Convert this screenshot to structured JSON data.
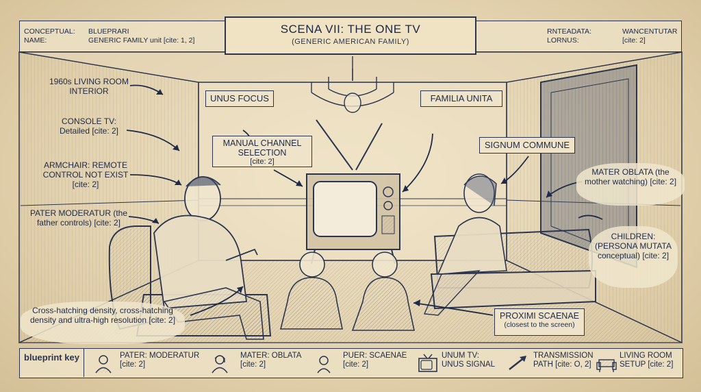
{
  "header": {
    "title": "SCENA VII: THE ONE TV",
    "subtitle": "(GENERIC AMERICAN FAMILY)",
    "left_label_1": "CONCEPTUAL:",
    "left_label_2": "NAME:",
    "left_value_1": "BLUEPRARI",
    "left_value_2": "GENERIC FAMILY unit [cite: 1, 2]",
    "right_label_1": "RNTEADATA:",
    "right_label_2": "LORNUS:",
    "right_value_1": "WANCENTUTAR",
    "right_value_2": "[cite: 2]"
  },
  "labels": {
    "living_room": "1960s LIVING ROOM INTERIOR",
    "console_tv": "CONSOLE TV: Detailed [cite: 2]",
    "armchair": "ARMCHAIR: REMOTE CONTROL NOT EXIST [cite: 2]",
    "pater": "PATER MODERATUR (the father controls) [cite: 2]",
    "cross_hatch": "Cross-hatching density, cross-hatching density and ultra-high resolution [cite: 2]",
    "unus_focus": "UNUS FOCUS",
    "manual_channel": "MANUAL CHANNEL SELECTION",
    "manual_channel_cite": "[cite: 2]",
    "familia_unita": "FAMILIA UNITA",
    "signum_commune": "SIGNUM COMMUNE",
    "mater_oblata": "MATER OBLATA (the mother watching) [cite: 2]",
    "children": "CHILDREN: (PERSONA MUTATA conceptual) [cite: 2]",
    "proximi": "PROXIMI SCAENAE",
    "proximi_sub": "(closest to the screen)"
  },
  "key": {
    "title": "blueprint key",
    "items": [
      {
        "label": "PATER: MODERATUR",
        "cite": "[cite: 2]",
        "icon": "father-portrait-icon"
      },
      {
        "label": "MATER: OBLATA",
        "cite": "[cite: 2]",
        "icon": "mother-portrait-icon"
      },
      {
        "label": "PUER: SCAENAE",
        "cite": "[cite: 2]",
        "icon": "child-portrait-icon"
      },
      {
        "label": "UNUM TV:",
        "cite": "UNUS SIGNAL",
        "icon": "tv-icon"
      },
      {
        "label": "TRANSMISSION",
        "cite": "PATH [cite: O, 2]",
        "icon": "transmission-arrow-icon"
      },
      {
        "label": "LIVING ROOM",
        "cite": "SETUP [cite: 2]",
        "icon": "sofa-icon"
      }
    ]
  },
  "colors": {
    "ink": "#2b3550",
    "paper": "#e6d7b8"
  }
}
